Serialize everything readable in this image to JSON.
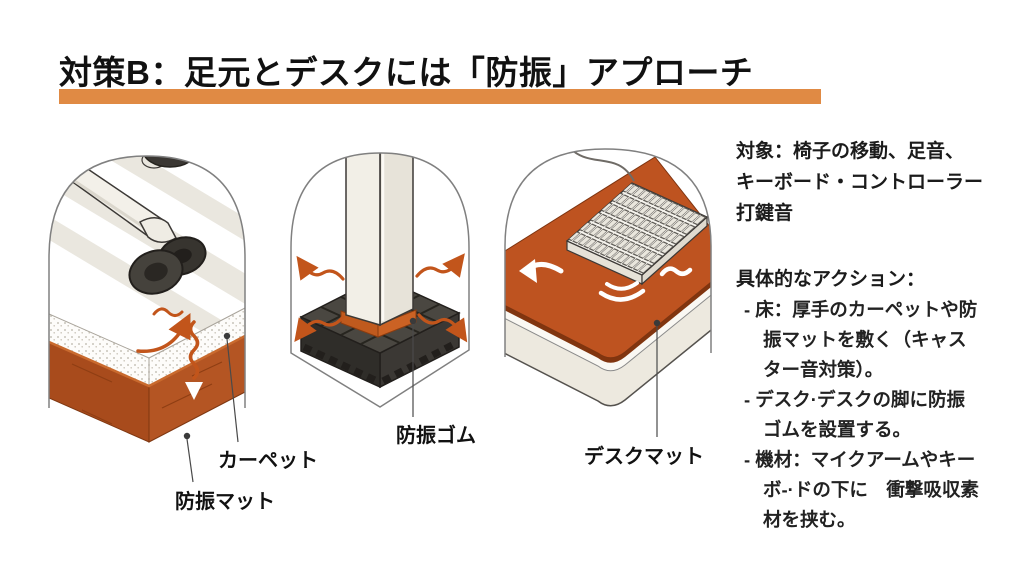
{
  "slide": {
    "title": "対策B：足元とデスクには「防振」アプローチ",
    "accent_color": "#E08A44",
    "arrow_color": "#C2551B",
    "mat_orange": "#BE5320",
    "rust_brown": "#A84B1C"
  },
  "panels": {
    "floor": {
      "label_carpet": "カーペット",
      "label_mat": "防振マット"
    },
    "desk_leg": {
      "label_rubber": "防振ゴム"
    },
    "desk_mat": {
      "label_mat": "デスクマット"
    }
  },
  "sidebar": {
    "target": {
      "lines": [
        "対象：椅子の移動、足音、",
        "キーボード・コントローラー",
        "打鍵音"
      ]
    },
    "actions": {
      "header": "具体的なアクション：",
      "lines": [
        "- 床：厚手のカーペットや防",
        "振マットを敷く（キャス",
        "ター音対策）。",
        "- デスク·デスクの脚に防振",
        "ゴムを設置する。",
        "- 機材：マイクアームやキー",
        "ボ-·ドの下に　衝撃吸収素",
        "材を挟む。"
      ]
    }
  }
}
